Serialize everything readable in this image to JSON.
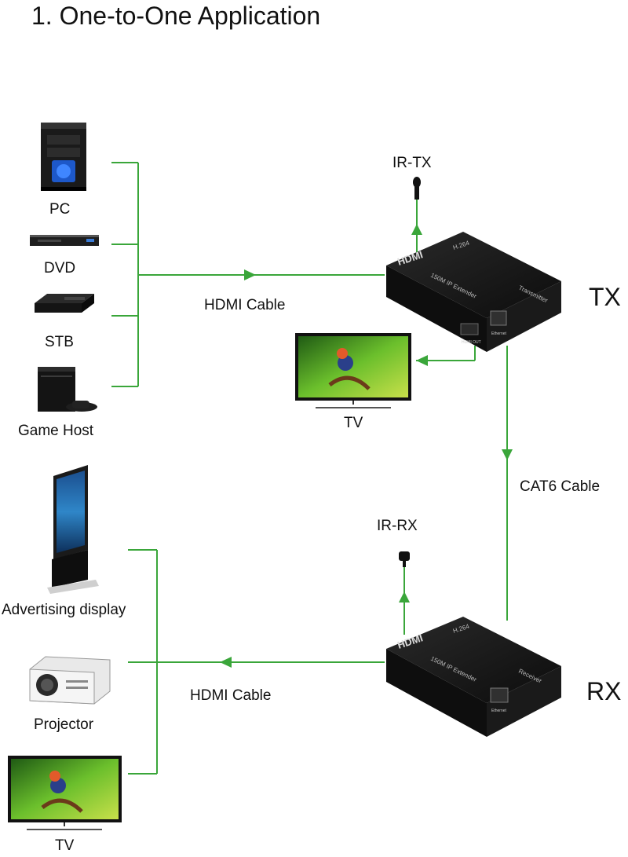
{
  "title": "1. One-to-One Application",
  "sources": {
    "pc": "PC",
    "dvd": "DVD",
    "stb": "STB",
    "game_host": "Game Host"
  },
  "cables": {
    "hdmi_top": "HDMI Cable",
    "hdmi_bottom": "HDMI Cable",
    "cat6": "CAT6 Cable"
  },
  "ir": {
    "tx": "IR-TX",
    "rx": "IR-RX"
  },
  "units": {
    "tx": "TX",
    "rx": "RX"
  },
  "devices": {
    "tx_brand": "HDMI",
    "tx_codec": "H.264",
    "tx_model": "150M IP Extender",
    "tx_role": "Transmitter",
    "tx_port_hdmi": "HDMI OUT",
    "tx_port_eth": "Ethernet",
    "rx_brand": "HDMI",
    "rx_codec": "H.264",
    "rx_model": "150M IP Extender",
    "rx_role": "Receiver",
    "rx_port_eth": "Ethernet"
  },
  "displays": {
    "tv_top": "TV",
    "advertising": "Advertising display",
    "projector": "Projector",
    "tv_bottom": "TV"
  },
  "colors": {
    "line": "#3aa63a",
    "device": "#151515",
    "text": "#111111"
  }
}
